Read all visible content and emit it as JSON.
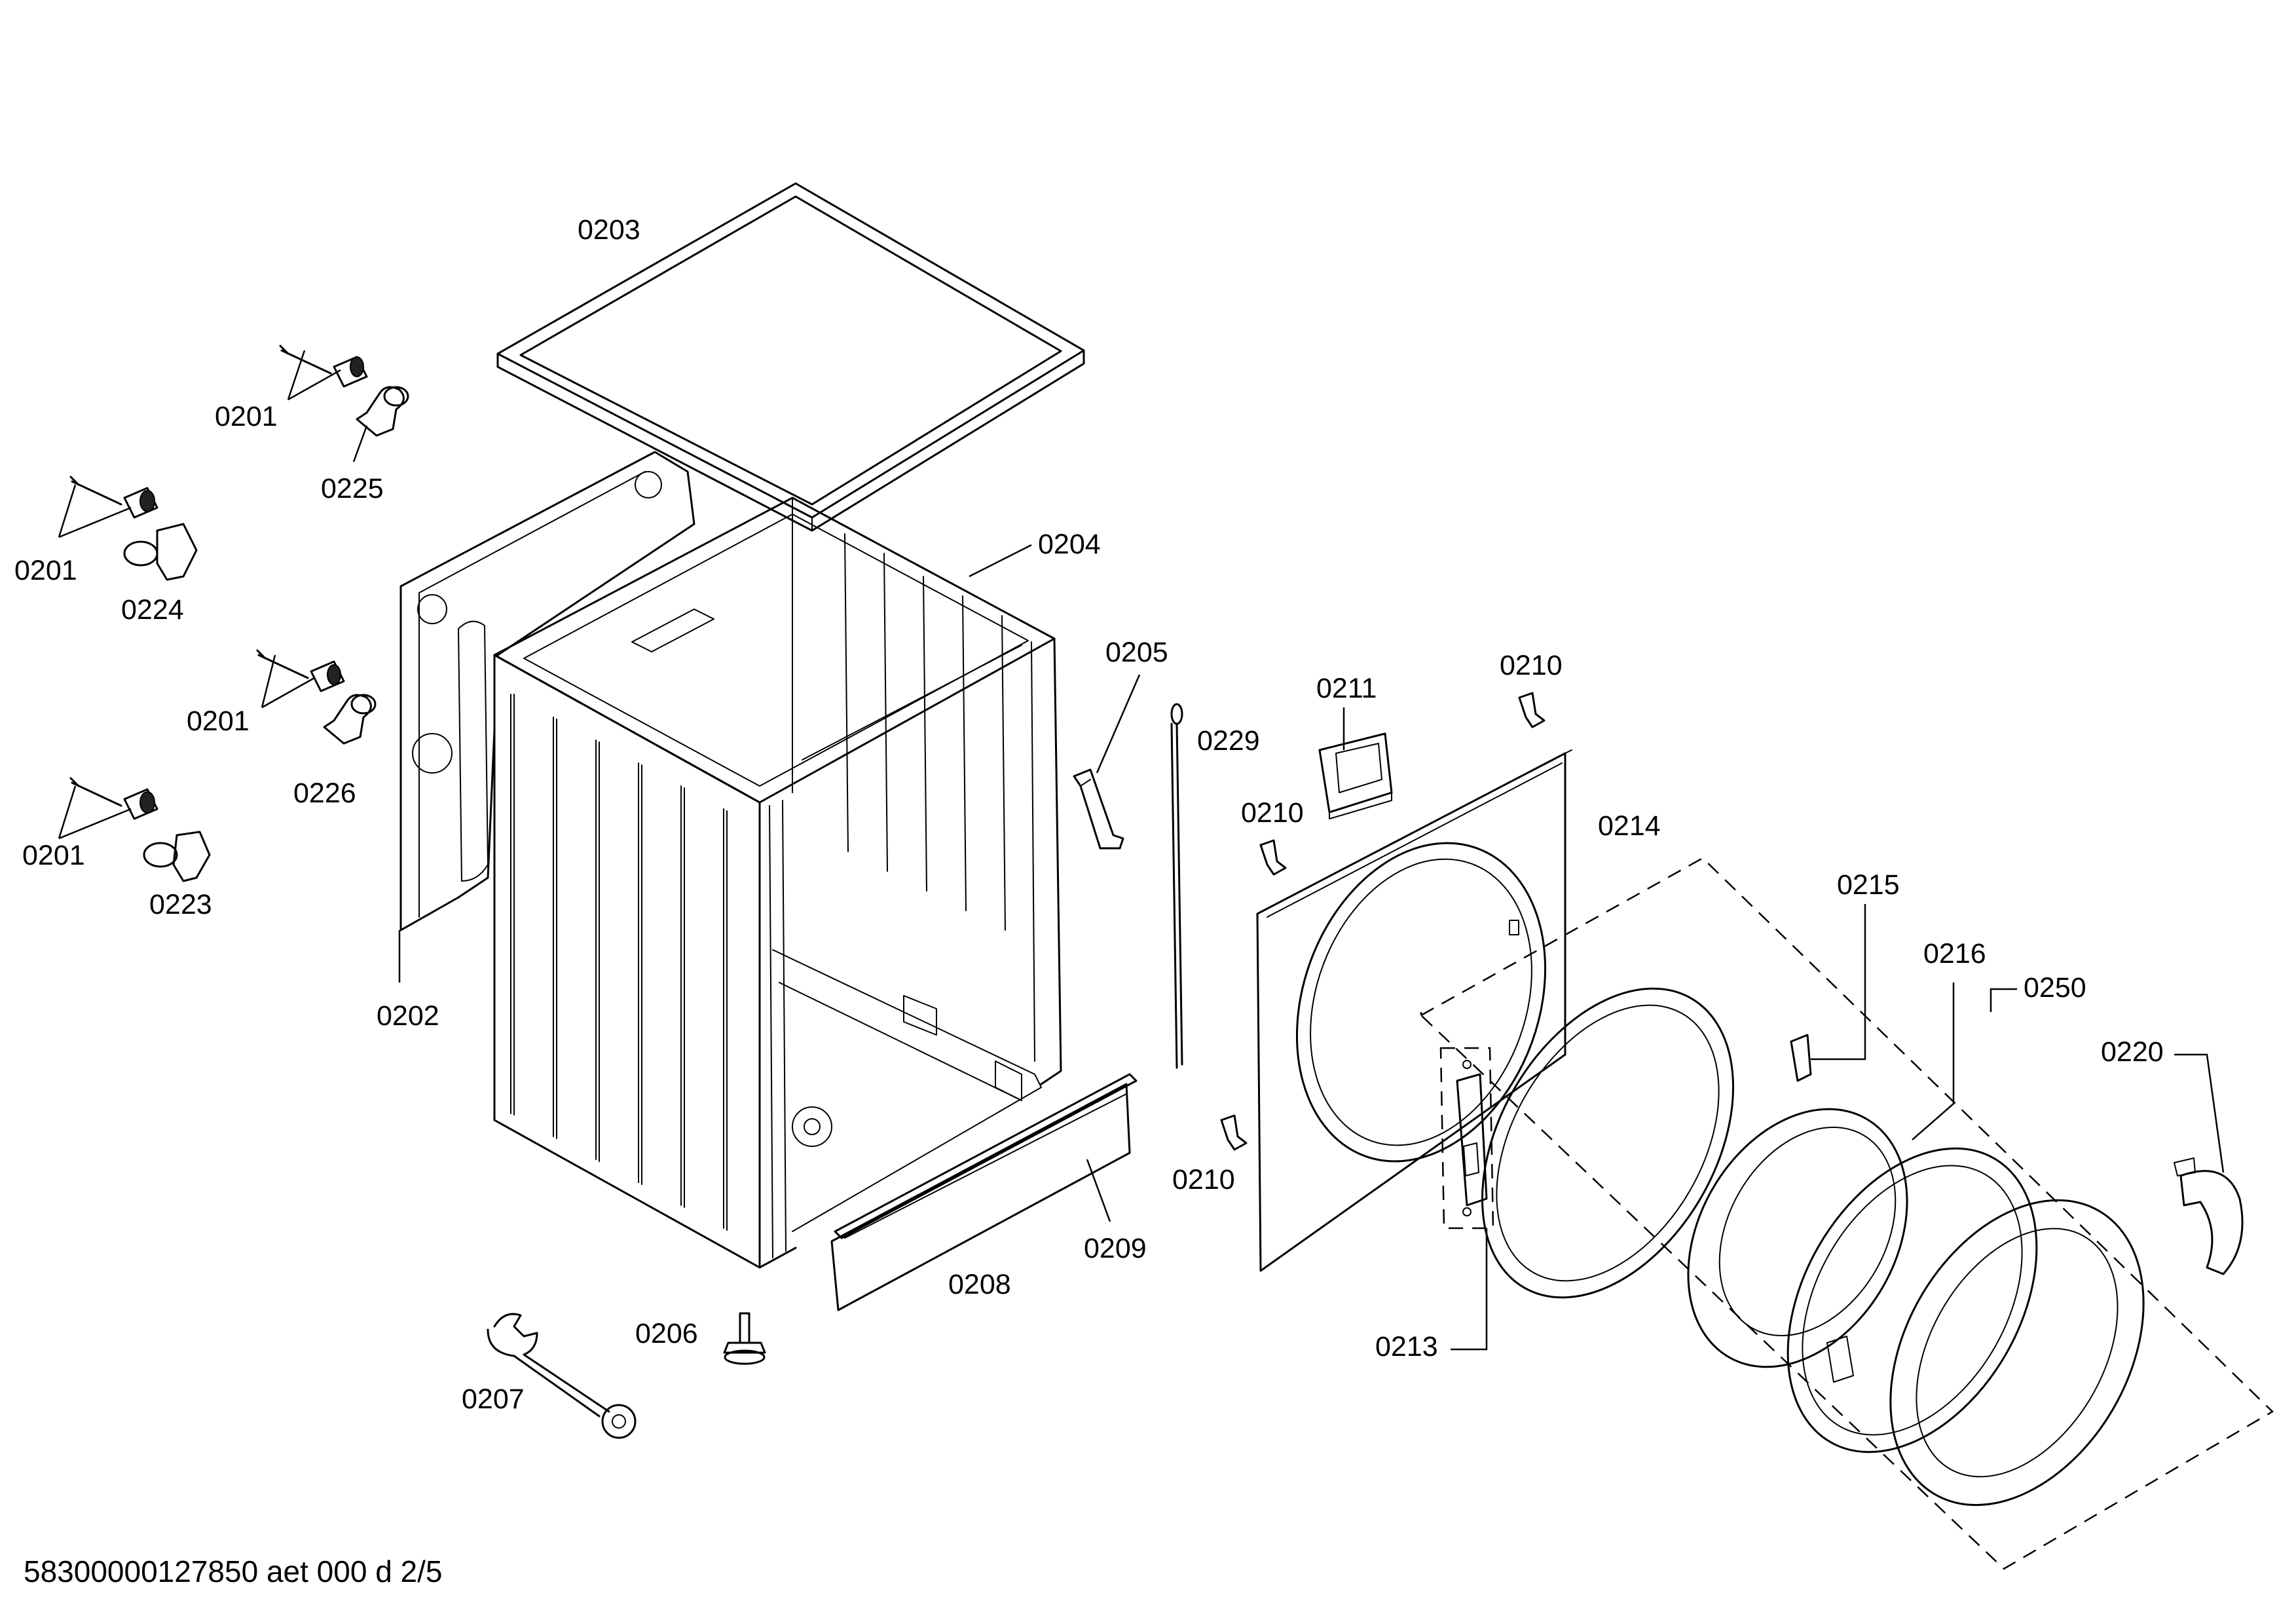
{
  "labels": {
    "p0201a": "0201",
    "p0201b": "0201",
    "p0201c": "0201",
    "p0201d": "0201",
    "p0202": "0202",
    "p0203": "0203",
    "p0204": "0204",
    "p0205": "0205",
    "p0206": "0206",
    "p0207": "0207",
    "p0208": "0208",
    "p0209": "0209",
    "p0210a": "0210",
    "p0210b": "0210",
    "p0210c": "0210",
    "p0211": "0211",
    "p0213": "0213",
    "p0214": "0214",
    "p0215": "0215",
    "p0216": "0216",
    "p0220": "0220",
    "p0223": "0223",
    "p0224": "0224",
    "p0225": "0225",
    "p0226": "0226",
    "p0229": "0229",
    "p0250": "0250"
  },
  "footer": "58300000127850 aet 000 d 2/5"
}
